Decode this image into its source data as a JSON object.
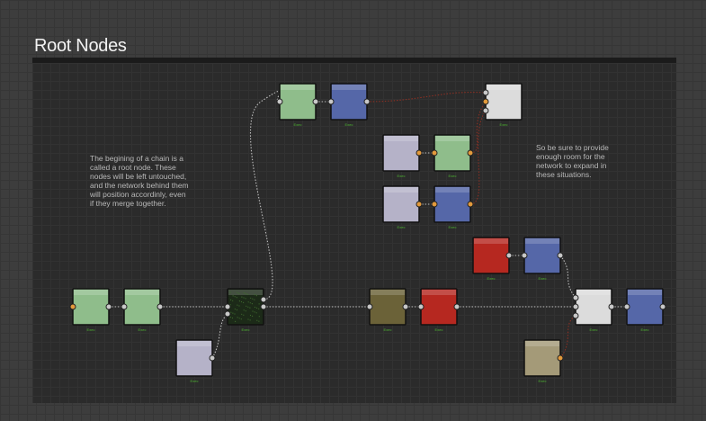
{
  "title": "Root Nodes",
  "notes": {
    "left": "The begining of a chain is a\ncalled a root node. These\nnodes will be left untouched,\nand the network behind them\nwill position accordinly, even\nif they merge together.",
    "right": "So be sure to provide\nenough room for the\nnetwork to expand in\nthese situations."
  },
  "colors": {
    "green": "#8fbd8b",
    "blue": "#5567a8",
    "white": "#dcdcdc",
    "lavender": "#b5b2c8",
    "red": "#b62820",
    "olive": "#6b6238",
    "tan": "#a49a78",
    "dark_green": "#1c2a18",
    "wire": "#bdbdbd",
    "wire_red": "#8a3024",
    "port_orange": "#e39a3c"
  },
  "nodes": [
    {
      "id": "n1",
      "color": "green",
      "label": "Exec"
    },
    {
      "id": "n2",
      "color": "blue",
      "label": "Exec"
    },
    {
      "id": "n3",
      "color": "white",
      "label": "Exec"
    },
    {
      "id": "n4",
      "color": "lavender",
      "label": "Exec"
    },
    {
      "id": "n5",
      "color": "green",
      "label": "Exec"
    },
    {
      "id": "n6",
      "color": "lavender",
      "label": "Exec"
    },
    {
      "id": "n7",
      "color": "blue",
      "label": "Exec"
    },
    {
      "id": "n8",
      "color": "red",
      "label": "Exec"
    },
    {
      "id": "n9",
      "color": "blue",
      "label": "Exec"
    },
    {
      "id": "n10",
      "color": "green",
      "label": "Exec"
    },
    {
      "id": "n11",
      "color": "green",
      "label": "Exec"
    },
    {
      "id": "n12",
      "color": "dark_green",
      "label": "Exec"
    },
    {
      "id": "n13",
      "color": "olive",
      "label": "Exec"
    },
    {
      "id": "n14",
      "color": "red",
      "label": "Exec"
    },
    {
      "id": "n15",
      "color": "white",
      "label": "Exec"
    },
    {
      "id": "n16",
      "color": "blue",
      "label": "Exec"
    },
    {
      "id": "n17",
      "color": "lavender",
      "label": "Exec"
    },
    {
      "id": "n18",
      "color": "tan",
      "label": "Exec"
    }
  ]
}
